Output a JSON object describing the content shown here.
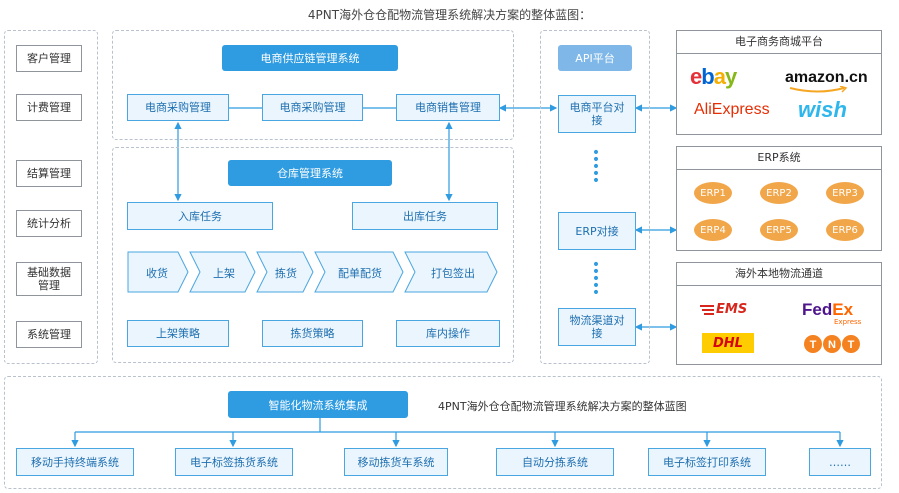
{
  "title": "4PNT海外仓仓配物流管理系统解决方案的整体蓝图：",
  "left_menu": [
    "客户管理",
    "计费管理",
    "结算管理",
    "统计分析",
    "基础数据管理",
    "系统管理"
  ],
  "supply_chain": {
    "header": "电商供应链管理系统",
    "items": [
      "电商采购管理",
      "电商采购管理",
      "电商销售管理"
    ]
  },
  "warehouse": {
    "header": "仓库管理系统",
    "inbound": "入库任务",
    "outbound": "出库任务",
    "flow": [
      "收货",
      "上架",
      "拣货",
      "配单配货",
      "打包签出"
    ],
    "strategies": [
      "上架策略",
      "拣货策略",
      "库内操作"
    ]
  },
  "api": {
    "header": "API平台",
    "links": [
      "电商平台对接",
      "ERP对接",
      "物流渠道对接"
    ]
  },
  "ecommerce_panel": {
    "title": "电子商务商城平台",
    "logos": [
      "ebay",
      "amazon.cn",
      "AliExpress",
      "wish"
    ],
    "logo_colors": {
      "ebay_e": "#e53238",
      "ebay_b": "#0064d2",
      "ebay_a": "#f5af02",
      "ebay_y": "#86b817",
      "amazon": "#111111",
      "aliexpress": "#e62e04",
      "wish": "#2fb7ec"
    }
  },
  "erp_panel": {
    "title": "ERP系统",
    "items": [
      "ERP1",
      "ERP2",
      "ERP3",
      "ERP4",
      "ERP5",
      "ERP6"
    ]
  },
  "logistics_panel": {
    "title": "海外本地物流通道",
    "logos": [
      "EMS",
      "FedEx",
      "Express",
      "DHL",
      "TNT"
    ]
  },
  "bottom": {
    "header": "智能化物流系统集成",
    "caption": "4PNT海外仓仓配物流管理系统解决方案的整体蓝图",
    "items": [
      "移动手持终端系统",
      "电子标签拣货系统",
      "移动拣货车系统",
      "自动分拣系统",
      "电子标签打印系统",
      "……"
    ]
  },
  "colors": {
    "accent": "#2f9be0",
    "box_border": "#4aa6e0",
    "box_fill": "#eaf5fd",
    "erp_orange": "#f1a64a"
  }
}
